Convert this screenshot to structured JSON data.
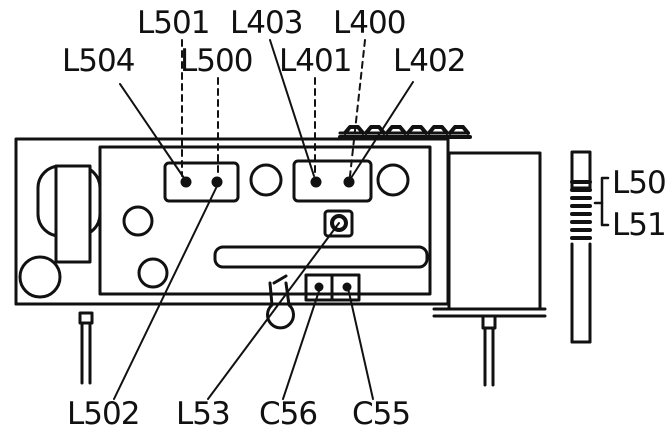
{
  "labels": {
    "l501": "L501",
    "l403": "L403",
    "l400": "L400",
    "l504": "L504",
    "l500": "L500",
    "l401": "L401",
    "l402": "L402",
    "l50": "L50",
    "l51": "L51",
    "l502": "L502",
    "l53": "L53",
    "c56": "C56",
    "c55": "C55"
  },
  "colors": {
    "ink": "#111111",
    "paper": "#ffffff"
  }
}
